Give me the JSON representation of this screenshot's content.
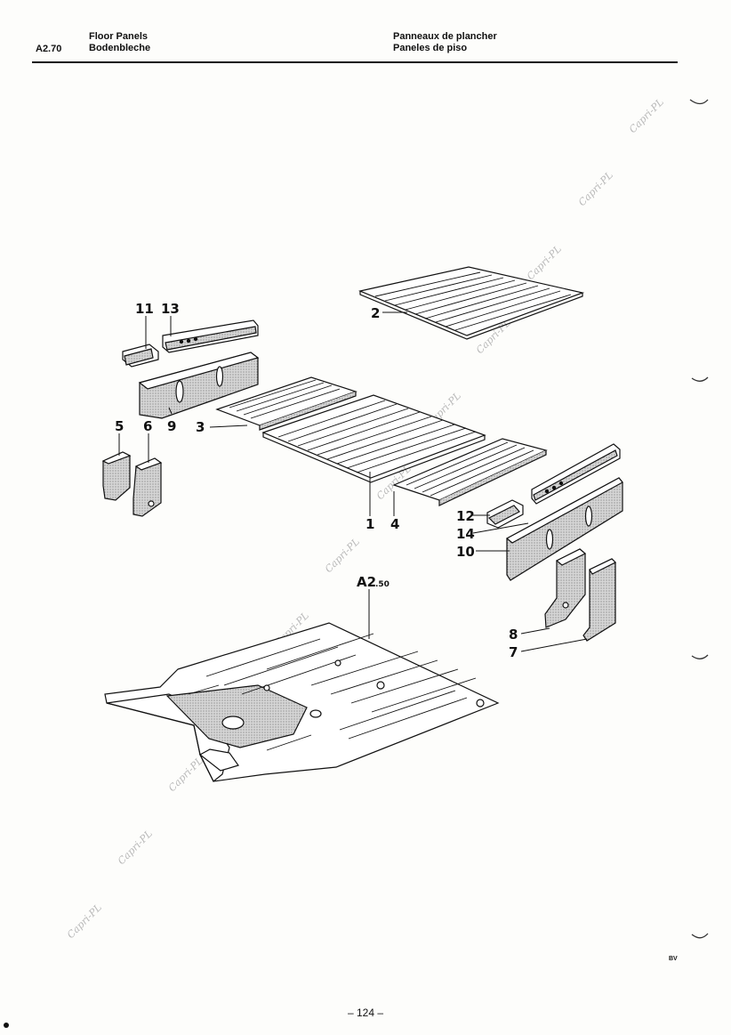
{
  "header": {
    "section_code": "A2.70",
    "title_en": "Floor Panels",
    "title_de": "Bodenbleche",
    "title_fr": "Panneaux de plancher",
    "title_es": "Paneles de piso"
  },
  "callouts": {
    "c1": "1",
    "c2": "2",
    "c3": "3",
    "c4": "4",
    "c5": "5",
    "c6": "6",
    "c7": "7",
    "c8": "8",
    "c9": "9",
    "c10": "10",
    "c11": "11",
    "c12": "12",
    "c13": "13",
    "c14": "14",
    "ref_main": "A2",
    "ref_sub": ".50"
  },
  "watermark": "Capri-PL",
  "footer": {
    "page_number": "– 124 –",
    "corner_mark": "BV"
  }
}
